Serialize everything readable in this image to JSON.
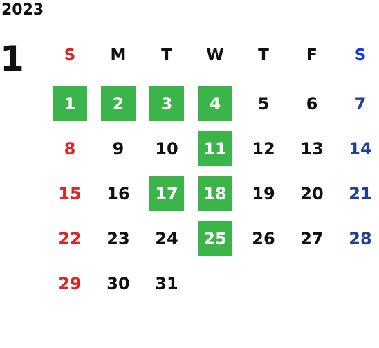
{
  "calendar": {
    "year": "2023",
    "month": "1",
    "weekdays": [
      "S",
      "M",
      "T",
      "W",
      "T",
      "F",
      "S"
    ],
    "rows": [
      [
        "",
        "",
        "",
        "",
        "",
        "",
        ""
      ],
      [
        "8",
        "9",
        "10",
        "11",
        "12",
        "13",
        "14"
      ],
      [
        "15",
        "16",
        "17",
        "18",
        "19",
        "20",
        "21"
      ],
      [
        "22",
        "23",
        "24",
        "25",
        "26",
        "27",
        "28"
      ],
      [
        "29",
        "30",
        "31",
        "",
        "",
        "",
        ""
      ]
    ],
    "week1": [
      "1",
      "2",
      "3",
      "4",
      "5",
      "6",
      "7"
    ],
    "highlight_color": "#3bb54a",
    "sunday_color": "#e02424",
    "saturday_color": "#1f3f96"
  }
}
